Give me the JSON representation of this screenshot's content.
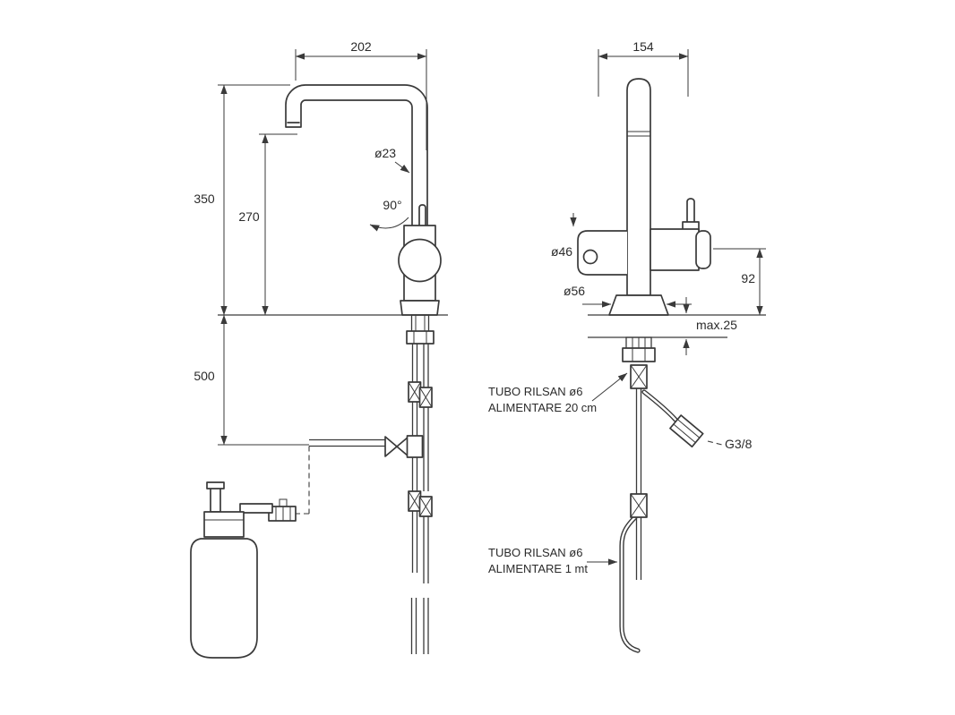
{
  "front_view": {
    "dim_reach": "202",
    "dim_height": "350",
    "dim_spout_height": "270",
    "dim_under_counter": "500",
    "spout_diameter": "ø23",
    "swivel_angle": "90°"
  },
  "side_view": {
    "dim_depth": "154",
    "body_diameter": "ø46",
    "base_diameter": "ø56",
    "dim_handle_height": "92",
    "counter_thickness": "max.25",
    "thread_size": "G3/8",
    "tube_short_line1": "TUBO RILSAN ø6",
    "tube_short_line2": "ALIMENTARE 20 cm",
    "tube_long_line1": "TUBO RILSAN ø6",
    "tube_long_line2": "ALIMENTARE 1 mt"
  }
}
